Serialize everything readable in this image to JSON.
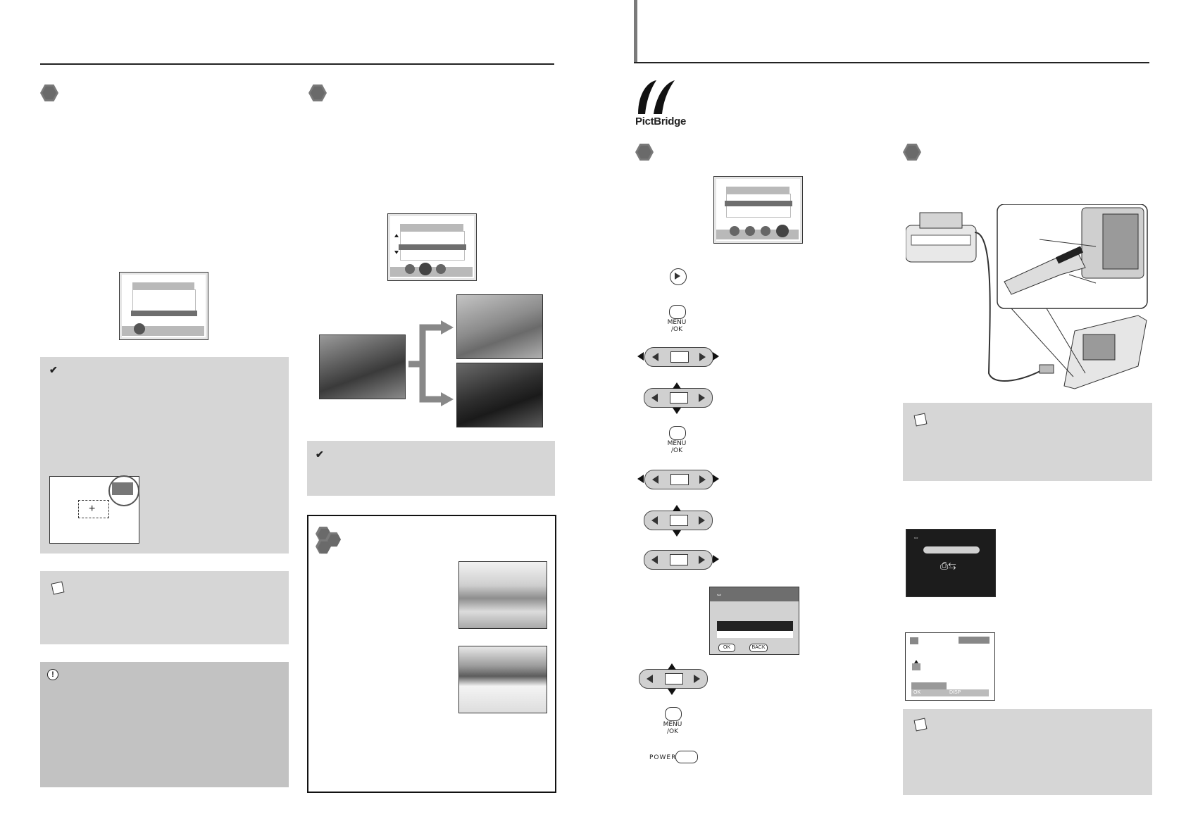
{
  "logo": {
    "text": "PictBridge"
  },
  "buttons": {
    "menu_ok": "MENU\n/OK",
    "power": "POWER"
  },
  "lcd_footer": {
    "ok": "OK",
    "back": "BACK",
    "disp": "DISP"
  },
  "colors": {
    "note_box": "#d6d6d6",
    "caution_box": "#c2c2c2",
    "rule": "#222222",
    "hex_marker": "#6a6a6a"
  },
  "icons": [
    "check-icon",
    "note-icon",
    "caution-icon",
    "playback-icon",
    "usb-icon",
    "printer-connect-icon"
  ]
}
